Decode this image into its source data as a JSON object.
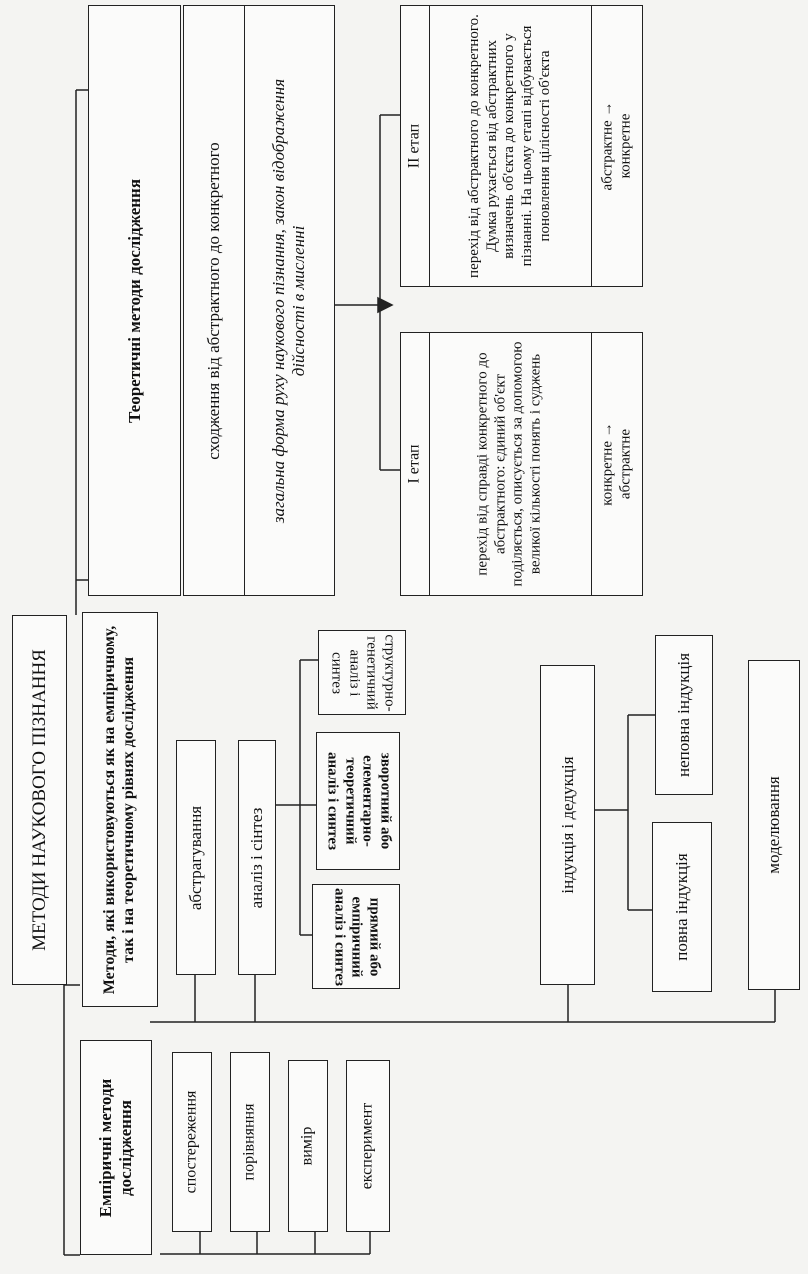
{
  "root": {
    "title": "МЕТОДИ НАУКОВОГО ПІЗНАННЯ"
  },
  "empirical": {
    "title": "Емпіричні методи дослідження",
    "items": [
      "спостереження",
      "порівняння",
      "вимір",
      "експеримент"
    ]
  },
  "mixed": {
    "title": "Методи, які використовуються як на емпіричному, так і на теоретичному рівнях дослідження",
    "abstraction": "абстрагування",
    "analysis_synthesis": "аналіз і сінтез",
    "analysis_types": [
      "прямий або емпіричний аналіз і синтез",
      "зворотний або елементарно-теоретичний аналіз і синтез",
      "структурно-генетичний аналіз і синтез"
    ],
    "induction_deduction": "індукція і дедукція",
    "induction_types": [
      "повна індукція",
      "неповна індукція"
    ],
    "modeling": "моделювання"
  },
  "theoretical": {
    "title": "Теоретичні методи дослідження",
    "ascent": "сходження від абстрактного до конкретного",
    "ascent_desc": "загальна форма руху наукового пізнання, закон відображення дійсності в мисленні",
    "stage1": {
      "title": "І етап",
      "text": "перехід від справді конкретного до абстрактного: єдиний об'єкт поділяється, описується за допомогою великої кількості понять і суджень",
      "formula": "конкретне → абстрактне"
    },
    "stage2": {
      "title": "ІІ етап",
      "text": "перехід від абстрактного до конкретного. Думка рухається від абстрактних визначень об'єкта до конкретного у пізнанні. На цьому етапі відбувається поновлення цілісності об'єкта",
      "formula": "абстрактне → конкретне"
    }
  }
}
